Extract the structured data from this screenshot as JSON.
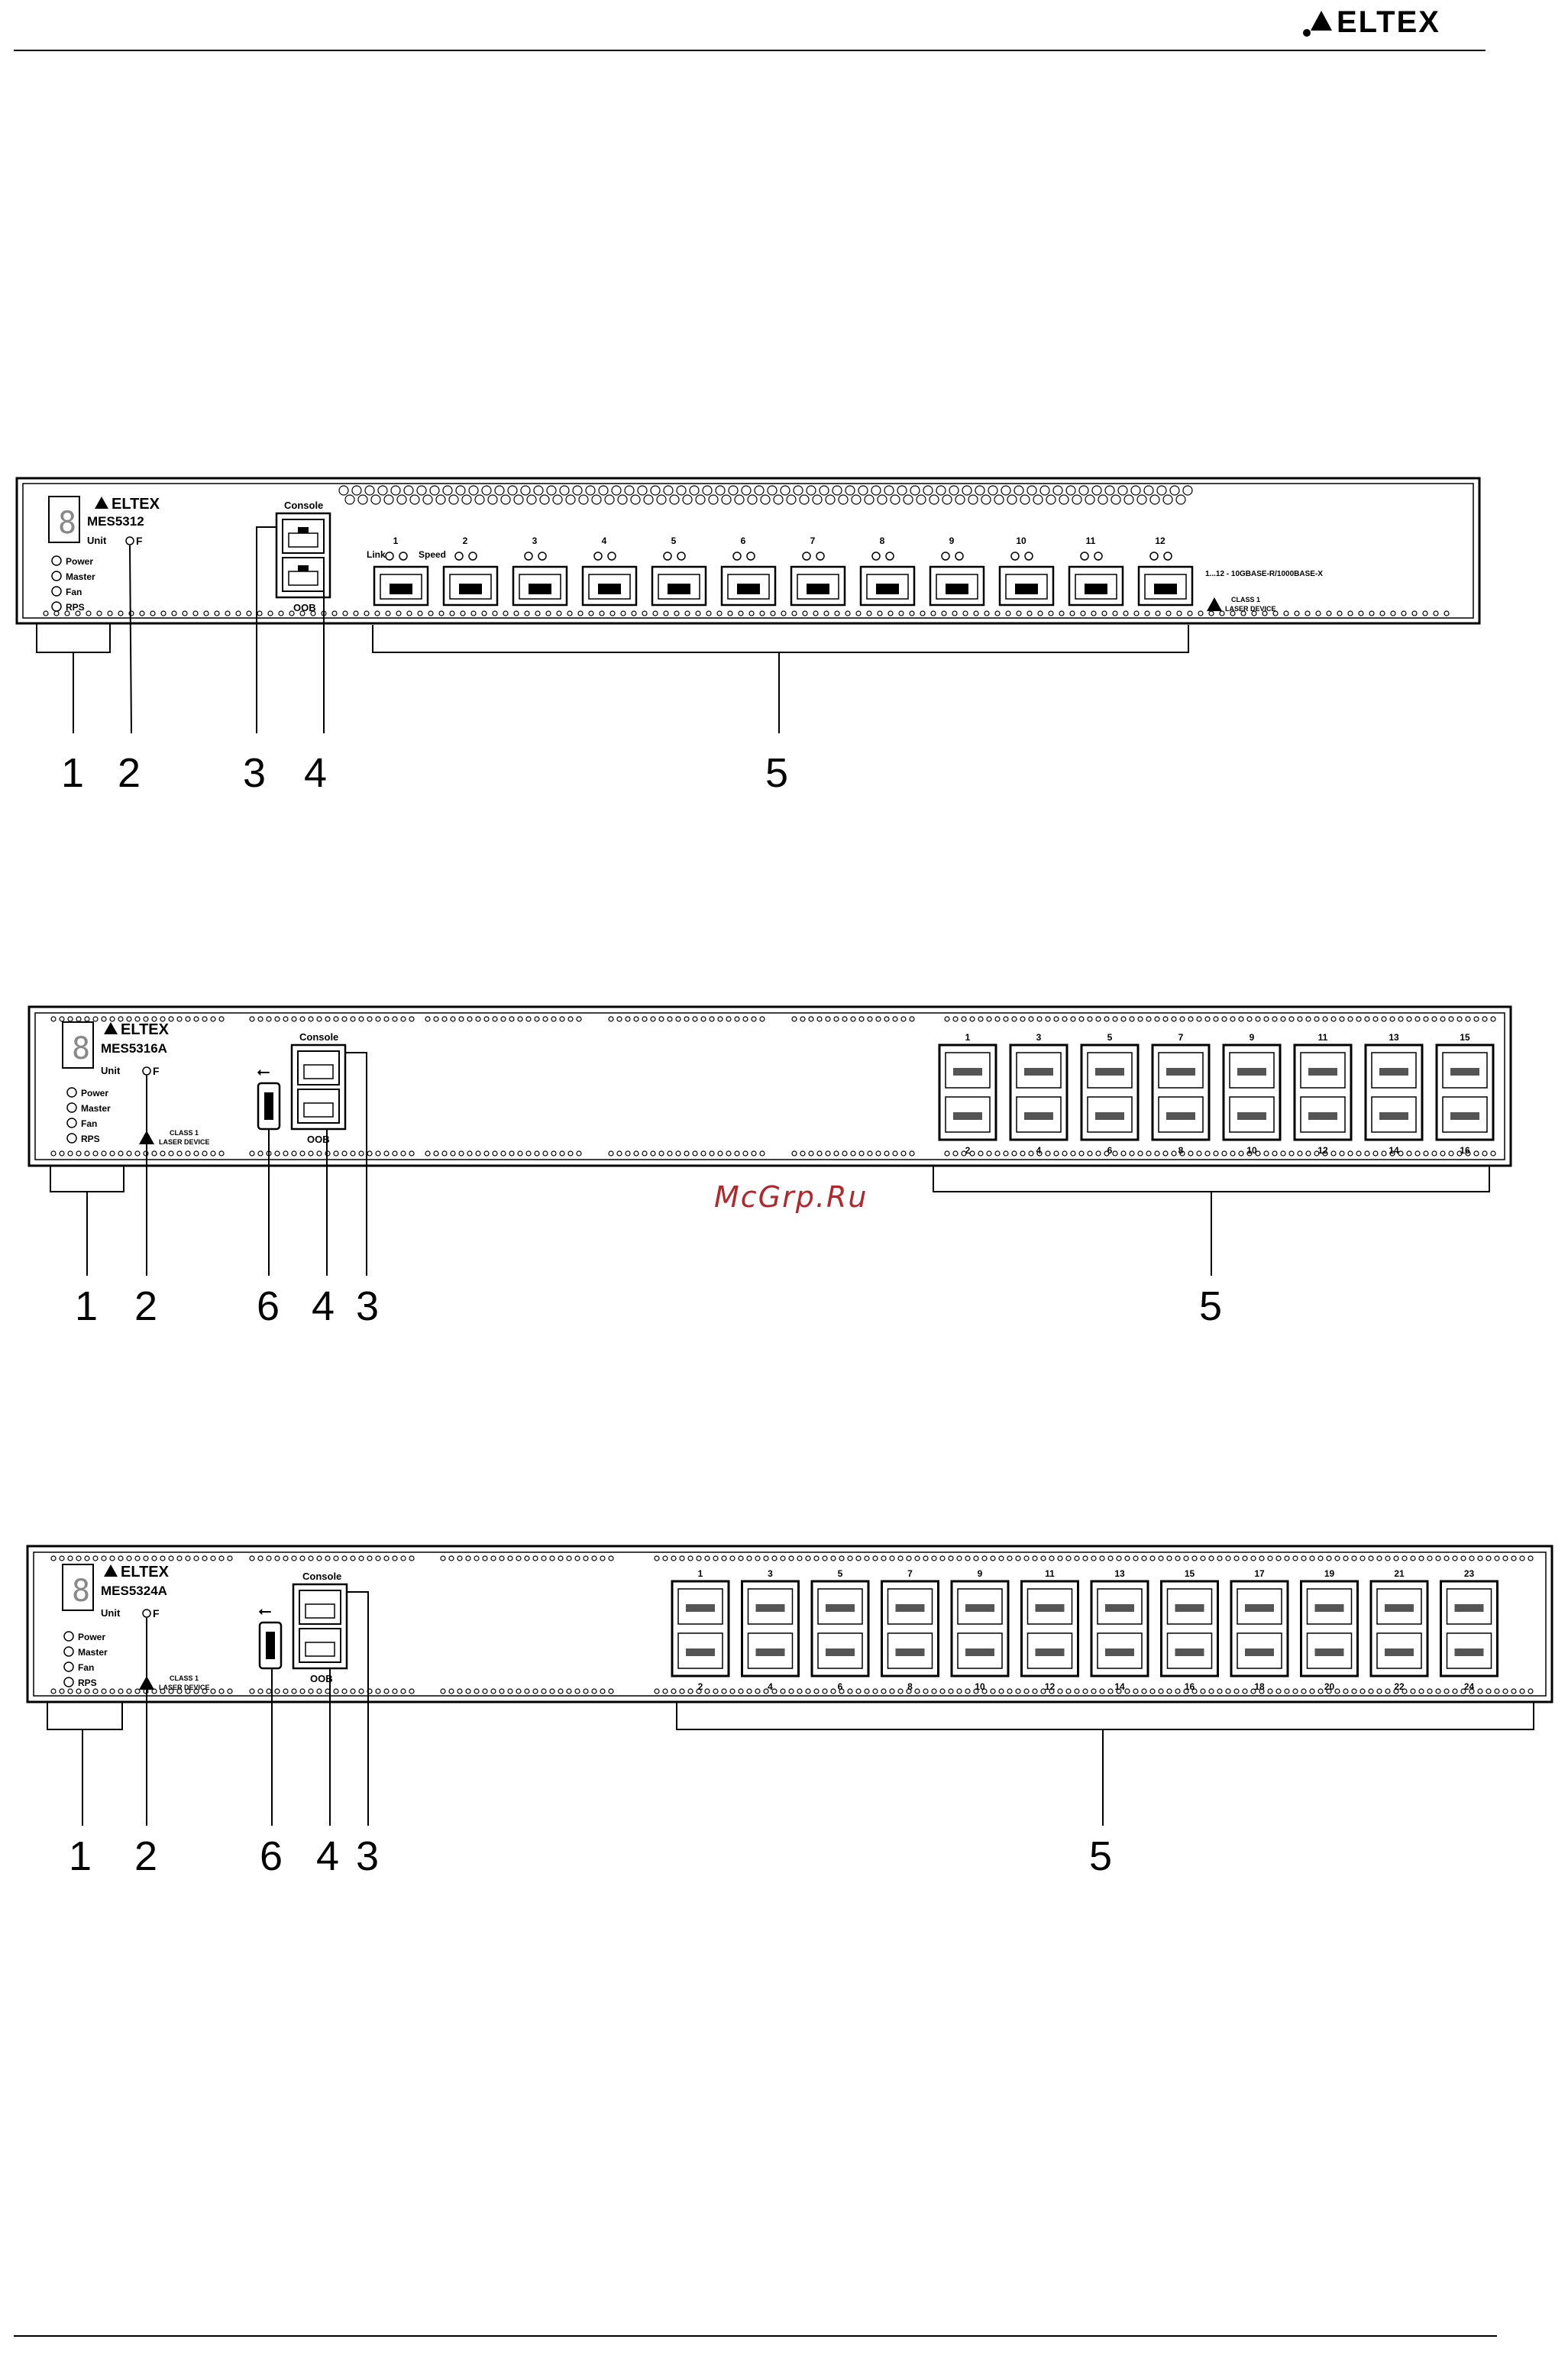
{
  "header": {
    "brand": "ELTEX"
  },
  "watermark": "McGrp.Ru",
  "devices": [
    {
      "model": "MES5312",
      "brand": "ELTEX",
      "unit_label": "Unit",
      "f_label": "F",
      "leds": [
        "Power",
        "Master",
        "Fan",
        "RPS"
      ],
      "console_label": "Console",
      "oob_label": "OOB",
      "port_header": [
        "Link",
        "Speed"
      ],
      "port_numbers": [
        "1",
        "2",
        "3",
        "4",
        "5",
        "6",
        "7",
        "8",
        "9",
        "10",
        "11",
        "12"
      ],
      "port_note": "1...12 - 10GBASE-R/1000BASE-X",
      "laser": [
        "CLASS 1",
        "LASER DEVICE"
      ],
      "callouts": [
        "1",
        "2",
        "3",
        "4",
        "5"
      ]
    },
    {
      "model": "MES5316A",
      "brand": "ELTEX",
      "unit_label": "Unit",
      "f_label": "F",
      "leds": [
        "Power",
        "Master",
        "Fan",
        "RPS"
      ],
      "console_label": "Console",
      "oob_label": "OOB",
      "laser": [
        "CLASS 1",
        "LASER DEVICE"
      ],
      "top_numbers": [
        "1",
        "3",
        "5",
        "7",
        "9",
        "11",
        "13",
        "15"
      ],
      "bottom_numbers": [
        "2",
        "4",
        "6",
        "8",
        "10",
        "12",
        "14",
        "16"
      ],
      "callouts": [
        "1",
        "2",
        "6",
        "4",
        "3",
        "5"
      ]
    },
    {
      "model": "MES5324A",
      "brand": "ELTEX",
      "unit_label": "Unit",
      "f_label": "F",
      "leds": [
        "Power",
        "Master",
        "Fan",
        "RPS"
      ],
      "console_label": "Console",
      "oob_label": "OOB",
      "laser": [
        "CLASS 1",
        "LASER DEVICE"
      ],
      "top_numbers": [
        "1",
        "3",
        "5",
        "7",
        "9",
        "11",
        "13",
        "15",
        "17",
        "19",
        "21",
        "23"
      ],
      "bottom_numbers": [
        "2",
        "4",
        "6",
        "8",
        "10",
        "12",
        "14",
        "16",
        "18",
        "20",
        "22",
        "24"
      ],
      "callouts": [
        "1",
        "2",
        "6",
        "4",
        "3",
        "5"
      ]
    }
  ]
}
